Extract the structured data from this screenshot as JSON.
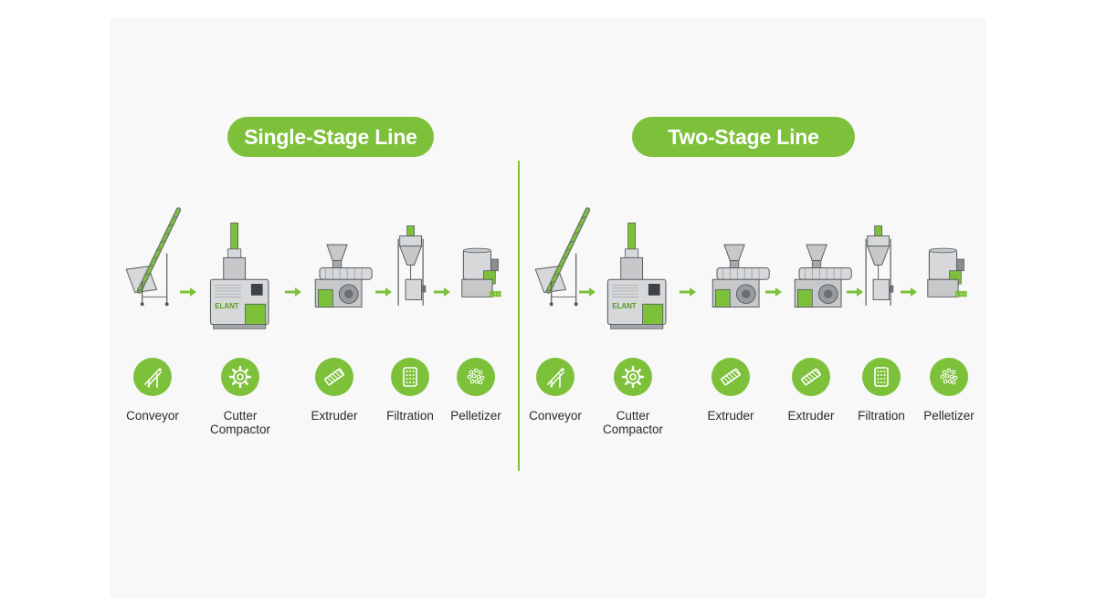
{
  "colors": {
    "accent": "#7dc13a",
    "accent_dark": "#5a9a22",
    "machine_body": "#d6d8da",
    "machine_dark": "#8a8d90",
    "text": "#2a2a2a"
  },
  "sections": [
    {
      "title": "Single-Stage Line",
      "steps": [
        {
          "label": "Conveyor",
          "icon": "conveyor-icon"
        },
        {
          "label": "Cutter Compactor",
          "icon": "cutter-gear-icon"
        },
        {
          "label": "Extruder",
          "icon": "extruder-screw-icon"
        },
        {
          "label": "Filtration",
          "icon": "filter-screen-icon"
        },
        {
          "label": "Pelletizer",
          "icon": "pellets-icon"
        }
      ]
    },
    {
      "title": "Two-Stage Line",
      "steps": [
        {
          "label": "Conveyor",
          "icon": "conveyor-icon"
        },
        {
          "label": "Cutter Compactor",
          "icon": "cutter-gear-icon"
        },
        {
          "label": "Extruder",
          "icon": "extruder-screw-icon"
        },
        {
          "label": "Extruder",
          "icon": "extruder-screw-icon"
        },
        {
          "label": "Filtration",
          "icon": "filter-screen-icon"
        },
        {
          "label": "Pelletizer",
          "icon": "pellets-icon"
        }
      ]
    }
  ],
  "machine_brand": "ELANT"
}
